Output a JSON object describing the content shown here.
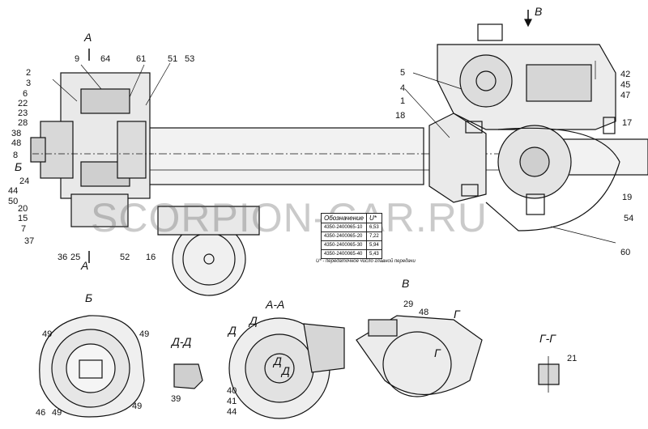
{
  "watermark": "SCORPION-CAR.RU",
  "callouts": {
    "c2": "2",
    "c3": "3",
    "c6": "6",
    "c22": "22",
    "c23": "23",
    "c28": "28",
    "c38": "38",
    "c48a": "48",
    "c8": "8",
    "c24": "24",
    "c44a": "44",
    "c50": "50",
    "c20": "20",
    "c15": "15",
    "c7": "7",
    "c37": "37",
    "c9": "9",
    "c64": "64",
    "c61": "61",
    "c51": "51",
    "c53": "53",
    "c36": "36",
    "c25": "25",
    "c52": "52",
    "c16": "16",
    "c5": "5",
    "c4": "4",
    "c1": "1",
    "c18": "18",
    "c42": "42",
    "c45": "45",
    "c47": "47",
    "c17": "17",
    "c19": "19",
    "c54": "54",
    "c60": "60",
    "c49a": "49",
    "c49b": "49",
    "c49c": "49",
    "c46": "46",
    "c49d": "49",
    "c39": "39",
    "c40": "40",
    "c41": "41",
    "c44b": "44",
    "c29": "29",
    "c48b": "48",
    "c21": "21"
  },
  "views": {
    "a_top": "А",
    "a_bottom": "А",
    "b_side": "Б",
    "v_top": "В",
    "b_view": "Б",
    "dd": "Д-Д",
    "aa": "А-А",
    "d1": "Д",
    "d2": "Д",
    "d3": "Д",
    "d4": "Д",
    "v_view": "В",
    "g1": "Г",
    "g2": "Г",
    "gg": "Г-Г"
  },
  "ratio_table": {
    "header_designation": "Обозначение",
    "header_u": "U*",
    "rows": [
      {
        "designation": "4350-2400065-10",
        "u": "6,53"
      },
      {
        "designation": "4350-2400065-20",
        "u": "7,22"
      },
      {
        "designation": "4350-2400065-30",
        "u": "5,94"
      },
      {
        "designation": "4350-2400065-40",
        "u": "5,43"
      }
    ],
    "note": "U* - передаточное число главной передачи"
  }
}
